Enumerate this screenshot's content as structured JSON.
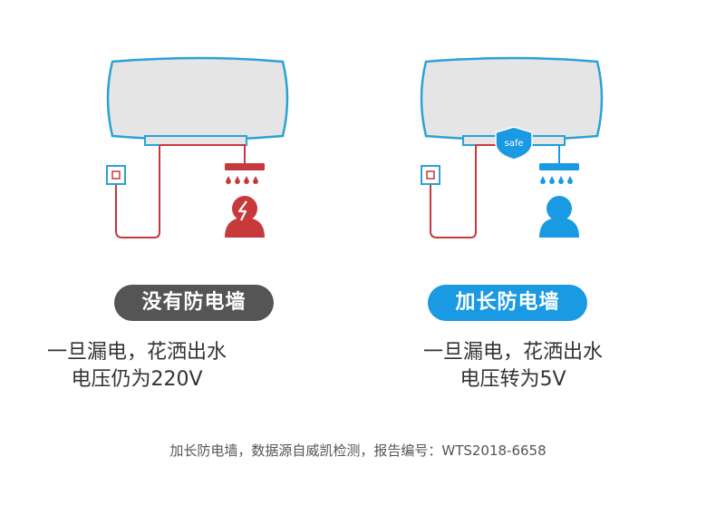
{
  "left": {
    "label": "没有防电墙",
    "desc_line1": "一旦漏电，花洒出水",
    "desc_line2": "电压仍为220V"
  },
  "right": {
    "label": "加长防电墙",
    "desc_line1": "一旦漏电，花洒出水",
    "desc_line2": "电压转为5V",
    "shield_text": "safe"
  },
  "footnote": "加长防电墙，数据源自威凯检测，报告编号：WTS2018-6658",
  "colors": {
    "danger": "#c8393c",
    "safe": "#1a9ae3",
    "outline": "#2aa2d6",
    "tank_fill": "#e5e5e5",
    "gray_pill": "#555555"
  }
}
